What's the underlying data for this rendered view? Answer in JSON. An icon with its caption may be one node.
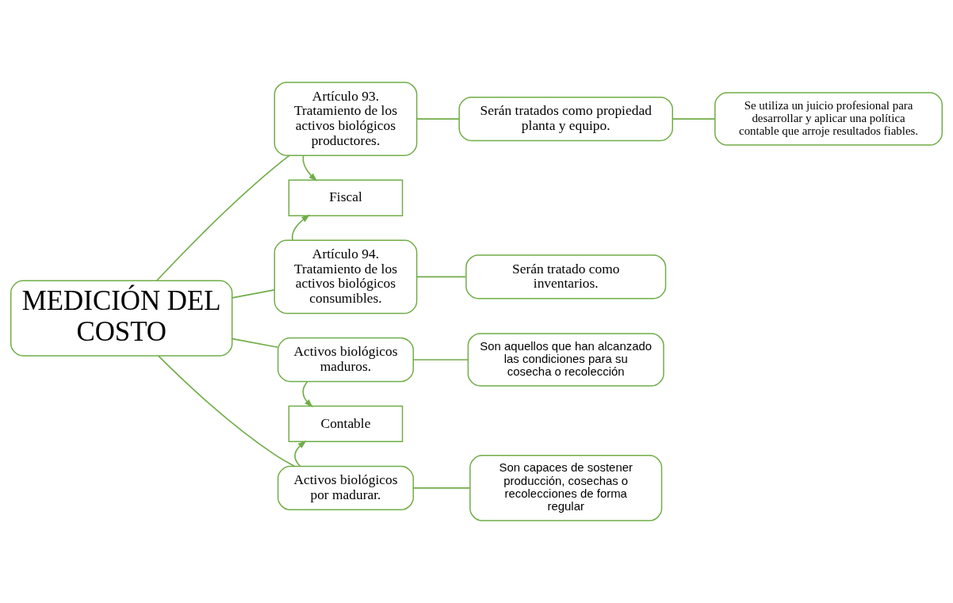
{
  "diagram": {
    "nodes": [
      {
        "text": [
          "MEDICIÓN DEL COSTO"
        ]
      },
      {
        "text": [
          "Artículo 93. Tratamiento de los activos biológicos productores."
        ]
      },
      {
        "text": [
          "Serán tratados como propiedad planta y equipo."
        ]
      },
      {
        "text": [
          "Se utiliza un juicio profesional para desarrollar y aplicar una política contable que arroje resultados fiables."
        ]
      },
      {
        "text": [
          "Fiscal"
        ]
      },
      {
        "text": [
          "Artículo 94. Tratamiento de los activos biológicos consumibles."
        ]
      },
      {
        "text": [
          "Serán tratado como inventarios."
        ]
      },
      {
        "text": [
          "Activos biológicos maduros."
        ]
      },
      {
        "text": [
          "Son aquellos que han alcanzado las condiciones para su cosecha o recolección"
        ]
      },
      {
        "text": [
          "Contable"
        ]
      },
      {
        "text": [
          "Activos biológicos por madurar."
        ]
      },
      {
        "text": [
          "Son capaces de sostener producción, cosechas o recolecciones de forma regular"
        ]
      }
    ],
    "edges": [
      {
        "from": 0,
        "to": 1,
        "arrow": "none"
      },
      {
        "from": 0,
        "to": 5,
        "arrow": "none"
      },
      {
        "from": 0,
        "to": 7,
        "arrow": "none"
      },
      {
        "from": 0,
        "to": 10,
        "arrow": "none"
      },
      {
        "from": 1,
        "to": 2,
        "arrow": "none"
      },
      {
        "from": 2,
        "to": 3,
        "arrow": "none"
      },
      {
        "from": 1,
        "to": 4,
        "arrow": "to"
      },
      {
        "from": 5,
        "to": 4,
        "arrow": "to"
      },
      {
        "from": 5,
        "to": 6,
        "arrow": "none"
      },
      {
        "from": 7,
        "to": 8,
        "arrow": "none"
      },
      {
        "from": 7,
        "to": 9,
        "arrow": "to"
      },
      {
        "from": 10,
        "to": 9,
        "arrow": "to"
      },
      {
        "from": 10,
        "to": 11,
        "arrow": "none"
      }
    ]
  }
}
